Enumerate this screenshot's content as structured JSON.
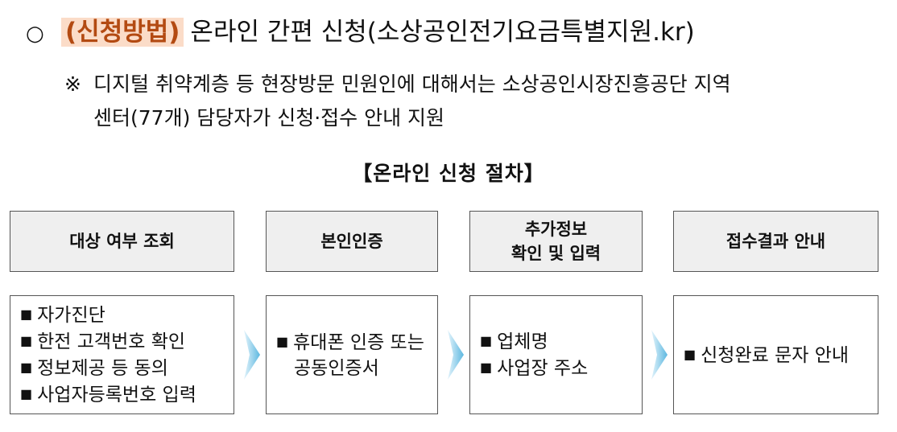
{
  "header": {
    "bullet": "○",
    "label": "(신청방법)",
    "text": "온라인 간편 신청(소상공인전기요금특별지원.kr)"
  },
  "note": {
    "mark": "※",
    "line1": "디지털 취약계층 등 현장방문 민원인에 대해서는 소상공인시장진흥공단 지역",
    "line2": "센터(77개) 담당자가 신청·접수 안내 지원"
  },
  "procedure": {
    "title": "【온라인 신청 절차】",
    "steps": [
      {
        "head": [
          "대상 여부 조회"
        ],
        "items": [
          [
            "자가진단"
          ],
          [
            "한전 고객번호 확인"
          ],
          [
            "정보제공 등 동의"
          ],
          [
            "사업자등록번호 입력"
          ]
        ]
      },
      {
        "head": [
          "본인인증"
        ],
        "items": [
          [
            "휴대폰 인증 또는",
            "공동인증서"
          ]
        ]
      },
      {
        "head": [
          "추가정보",
          "확인 및 입력"
        ],
        "items": [
          [
            "업체명"
          ],
          [
            "사업장 주소"
          ]
        ]
      },
      {
        "head": [
          "접수결과 안내"
        ],
        "items": [
          [
            "신청완료 문자 안내"
          ]
        ]
      }
    ]
  },
  "colors": {
    "label_text": "#b34a12",
    "label_bg": "#fbdcc8",
    "head_bg": "#efefef",
    "border": "#555555",
    "arrow_light": "#e3f3fb",
    "arrow_dark": "#5cb8e0"
  },
  "icons": {
    "bullet_item": "square-bullet-icon",
    "arrow": "chevron-right-arrow-icon"
  }
}
